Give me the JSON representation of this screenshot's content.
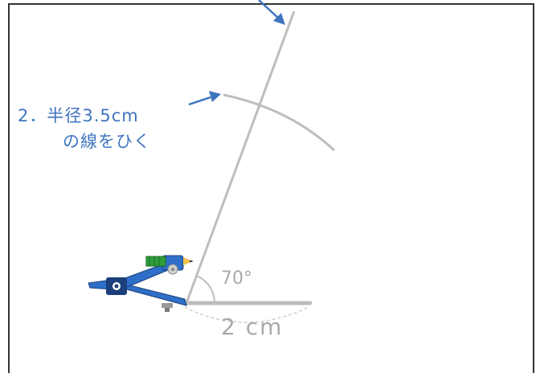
{
  "instruction": {
    "step": "2．半径3.5cm",
    "step_line2": "の線をひく"
  },
  "figure": {
    "angle_label": "70°",
    "base_length_label": "2 cm"
  },
  "colors": {
    "annotation": "#3f74bf",
    "construction_line": "#bdbdbd",
    "frame": "#333333",
    "compass_body": "#2f6fc9",
    "compass_dark": "#1a3f7a",
    "pencil": "#2e9e3a"
  },
  "icons": [
    "arrow-icon",
    "compass-icon",
    "pencil-icon"
  ]
}
